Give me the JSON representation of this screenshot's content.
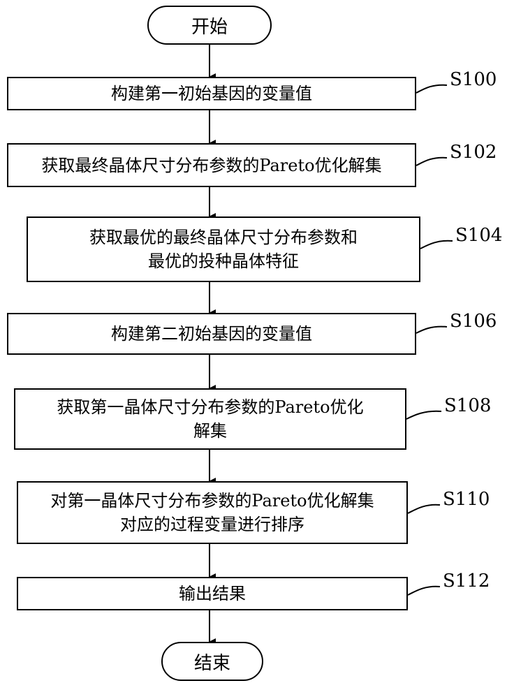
{
  "start": {
    "text": "开始"
  },
  "end": {
    "text": "结束"
  },
  "steps": [
    {
      "id": "S100",
      "lines": [
        "构建第一初始基因的变量值"
      ]
    },
    {
      "id": "S102",
      "lines": [
        "获取最终晶体尺寸分布参数的Pareto优化解集"
      ]
    },
    {
      "id": "S104",
      "lines": [
        "获取最优的最终晶体尺寸分布参数和",
        "最优的投种晶体特征"
      ]
    },
    {
      "id": "S106",
      "lines": [
        "构建第二初始基因的变量值"
      ]
    },
    {
      "id": "S108",
      "lines": [
        "获取第一晶体尺寸分布参数的Pareto优化",
        "解集"
      ]
    },
    {
      "id": "S110",
      "lines": [
        "对第一晶体尺寸分布参数的Pareto优化解集",
        "对应的过程变量进行排序"
      ]
    },
    {
      "id": "S112",
      "lines": [
        "输出结果"
      ]
    }
  ]
}
